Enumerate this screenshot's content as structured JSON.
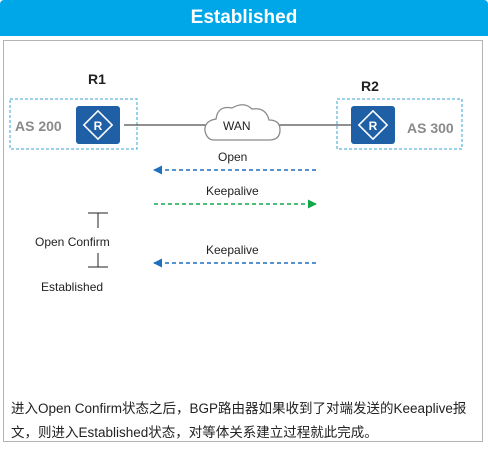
{
  "header": {
    "title": "Established"
  },
  "routers": [
    {
      "name": "R1",
      "as": "AS 200",
      "icon": "router-icon"
    },
    {
      "name": "R2",
      "as": "AS 300",
      "icon": "router-icon"
    }
  ],
  "network": {
    "label": "WAN",
    "icon": "cloud-icon"
  },
  "messages": [
    {
      "label": "Open",
      "direction": "R2 to R1",
      "color": "#1f6fbf"
    },
    {
      "label": "Keepalive",
      "direction": "R1 to R2",
      "color": "#12a84a"
    },
    {
      "label": "Keepalive",
      "direction": "R2 to R1",
      "color": "#1f6fbf"
    }
  ],
  "states": {
    "open_confirm": "Open Confirm",
    "established": "Established"
  },
  "description": "进入Open Confirm状态之后，BGP路由器如果收到了对端发送的Keeaplive报文，则进入Established状态，对等体关系建立过程就此完成。",
  "colors": {
    "title_bar": "#00a7e8",
    "router": "#1f5fa6",
    "as_box_border": "#36a6d8",
    "as_text": "#8a8a8a"
  }
}
